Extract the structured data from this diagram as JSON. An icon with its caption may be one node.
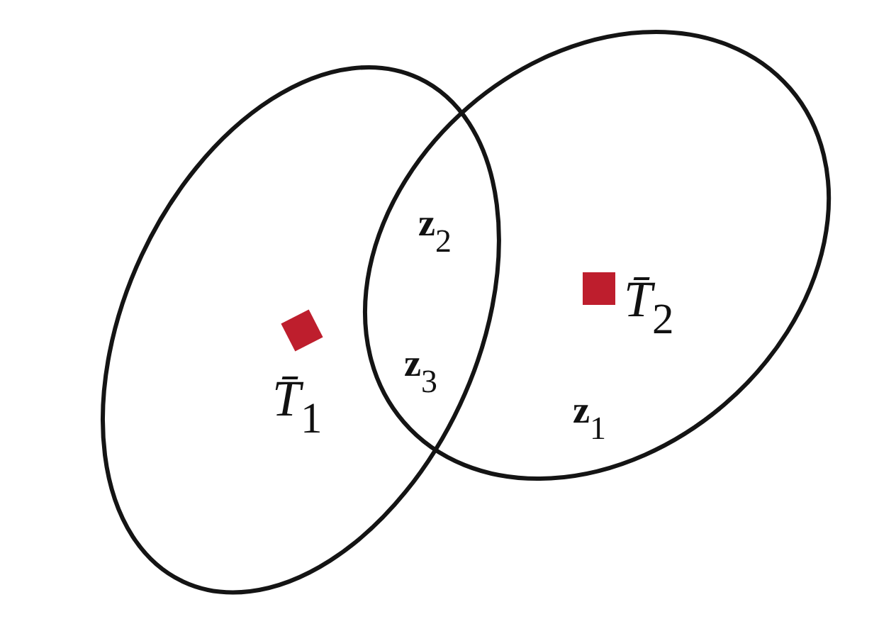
{
  "diagram": {
    "nodes": [
      {
        "text": [],
        "shape": "ellipse"
      },
      {
        "text": [],
        "shape": "square",
        "in": 0,
        "beside": [
          "*T̄*$_{1}$"
        ]
      },
      {
        "text": [],
        "shape": "ellipse"
      },
      {
        "text": [],
        "shape": "square",
        "in": 2,
        "beside": [
          "*T̄*$_{2}$"
        ]
      }
    ],
    "labels": [
      "**z**$_{2}$",
      "**z**$_{3}$",
      "**z**$_{1}$"
    ]
  }
}
